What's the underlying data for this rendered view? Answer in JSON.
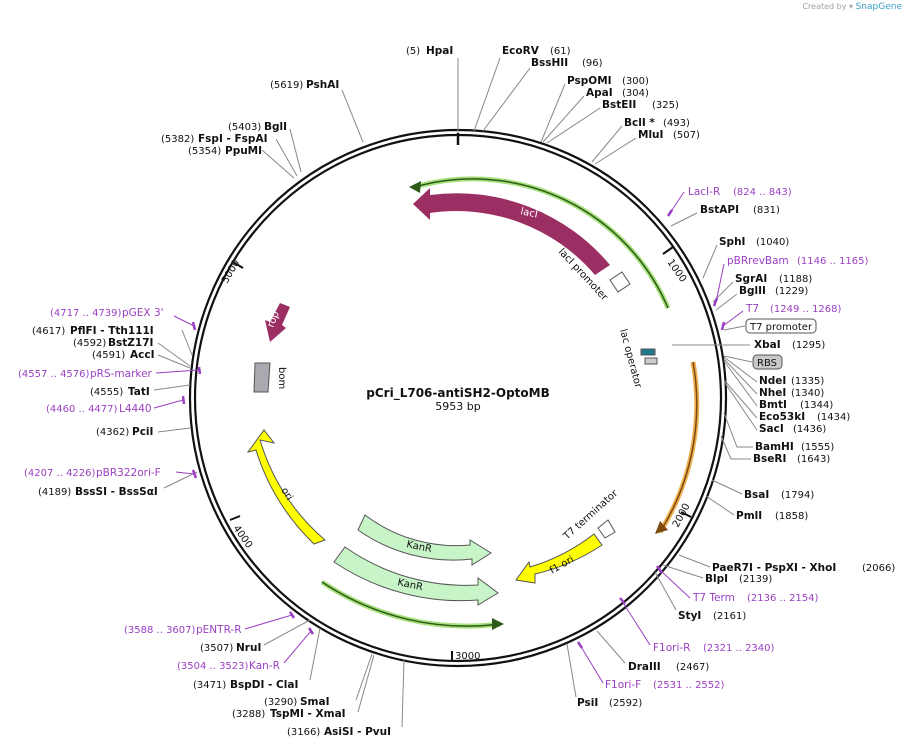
{
  "header": {
    "credit_prefix": "Created by",
    "credit_brand": "SnapGene"
  },
  "plasmid": {
    "name": "pCri_L706-antiSH2-OptoMB",
    "length": "5953 bp"
  },
  "ticks": [
    "1000",
    "2000",
    "3000",
    "4000",
    "5000"
  ],
  "enzymes": [
    {
      "pos": "(5)",
      "name": "HpaI"
    },
    {
      "pos": "(61)",
      "name": "EcoRV"
    },
    {
      "pos": "(96)",
      "name": "BssHII"
    },
    {
      "pos": "(300)",
      "name": "PspOMI"
    },
    {
      "pos": "(304)",
      "name": "ApaI"
    },
    {
      "pos": "(325)",
      "name": "BstEII"
    },
    {
      "pos": "(493)",
      "name": "BclI *"
    },
    {
      "pos": "(507)",
      "name": "MluI"
    },
    {
      "pos": "(831)",
      "name": "BstAPI"
    },
    {
      "pos": "(1040)",
      "name": "SphI"
    },
    {
      "pos": "(1188)",
      "name": "SgrAI"
    },
    {
      "pos": "(1229)",
      "name": "BglII"
    },
    {
      "pos": "(1295)",
      "name": "XbaI"
    },
    {
      "pos": "(1335)",
      "name": "NdeI"
    },
    {
      "pos": "(1340)",
      "name": "NheI"
    },
    {
      "pos": "(1344)",
      "name": "BmtI"
    },
    {
      "pos": "(1434)",
      "name": "Eco53kI"
    },
    {
      "pos": "(1436)",
      "name": "SacI"
    },
    {
      "pos": "(1555)",
      "name": "BamHI"
    },
    {
      "pos": "(1643)",
      "name": "BseRI"
    },
    {
      "pos": "(1794)",
      "name": "BsaI"
    },
    {
      "pos": "(1858)",
      "name": "PmlI"
    },
    {
      "pos": "(2066)",
      "name": "PaeR7I  - PspXI  - XhoI"
    },
    {
      "pos": "(2139)",
      "name": "BlpI"
    },
    {
      "pos": "(2161)",
      "name": "StyI"
    },
    {
      "pos": "(2467)",
      "name": "DraIII"
    },
    {
      "pos": "(2592)",
      "name": "PsiI"
    },
    {
      "pos": "(3166)",
      "name": "AsiSI  - PvuI"
    },
    {
      "pos": "(3288)",
      "name": "TspMI  - XmaI"
    },
    {
      "pos": "(3290)",
      "name": "SmaI"
    },
    {
      "pos": "(3471)",
      "name": "BspDI  - ClaI"
    },
    {
      "pos": "(3507)",
      "name": "NruI"
    },
    {
      "pos": "(4189)",
      "name": "BssSI  - BssSαI"
    },
    {
      "pos": "(4362)",
      "name": "PciI"
    },
    {
      "pos": "(4555)",
      "name": "TatI"
    },
    {
      "pos": "(4591)",
      "name": "AccI"
    },
    {
      "pos": "(4592)",
      "name": "BstZ17I"
    },
    {
      "pos": "(4617)",
      "name": "PflFI  - Tth111I"
    },
    {
      "pos": "(5354)",
      "name": "PpuMI"
    },
    {
      "pos": "(5382)",
      "name": "FspI  - FspAI"
    },
    {
      "pos": "(5403)",
      "name": "BglI"
    },
    {
      "pos": "(5619)",
      "name": "PshAI"
    }
  ],
  "primers": [
    {
      "name": "LacI-R",
      "range": "(824 .. 843)"
    },
    {
      "name": "pBRrevBam",
      "range": "(1146 .. 1165)"
    },
    {
      "name": "T7",
      "range": "(1249 .. 1268)"
    },
    {
      "name": "T7 Term",
      "range": "(2136 .. 2154)"
    },
    {
      "name": "F1ori-R",
      "range": "(2321 .. 2340)"
    },
    {
      "name": "F1ori-F",
      "range": "(2531 .. 2552)"
    },
    {
      "name": "pENTR-R",
      "range": "(3588 .. 3607)"
    },
    {
      "name": "Kan-R",
      "range": "(3504 .. 3523)"
    },
    {
      "name": "pBR322ori-F",
      "range": "(4207 .. 4226)"
    },
    {
      "name": "L4440",
      "range": "(4460 .. 4477)"
    },
    {
      "name": "pRS-marker",
      "range": "(4557 .. 4576)"
    },
    {
      "name": "pGEX 3'",
      "range": "(4717 .. 4739)"
    }
  ],
  "boxed_features": {
    "t7_promoter": "T7 promoter",
    "rbs": "RBS"
  },
  "features": {
    "laci": "lacI",
    "laci_promoter": "lacI promoter",
    "lac_operator": "lac operator",
    "t7_terminator": "T7 terminator",
    "f1_ori": "f1 ori",
    "kanr_1": "KanR",
    "kanr_2": "KanR",
    "ori": "ori",
    "bom": "bom",
    "rop": "rop"
  },
  "colors": {
    "laci": "#9b2f63",
    "rop": "#9b2f63",
    "ori": "#ffff00",
    "f1_ori": "#ffff00",
    "kanr": "#c8f5c8",
    "bom": "#a9a9b0",
    "primer": "#9b3fc2",
    "green_highlight": "#a6e07a",
    "orange_highlight": "#f0b050"
  }
}
